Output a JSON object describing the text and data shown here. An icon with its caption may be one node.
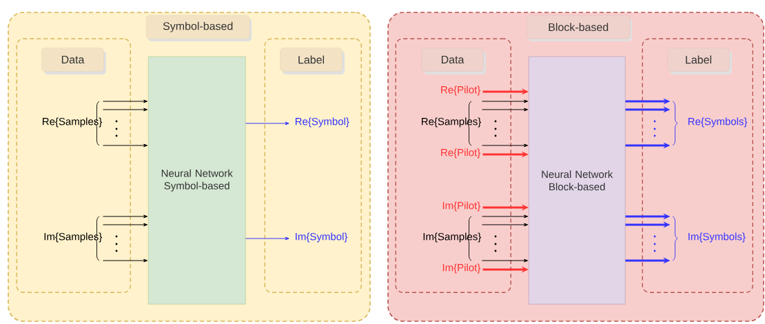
{
  "diagram": {
    "nodes": [
      {
        "text": [],
        "shape": "box"
      },
      {
        "text": [
          "Symbol-based"
        ],
        "in": 0
      },
      {
        "text": [],
        "shape": "box",
        "in": 0
      },
      {
        "text": [
          "Data"
        ],
        "in": 2
      },
      {
        "text": [],
        "shape": "box",
        "in": 0
      },
      {
        "text": [
          "Label"
        ],
        "in": 4
      },
      {
        "text": [
          "Neural Network Symbol-based"
        ],
        "in": 0
      },
      {
        "text": [
          "Re{Samples}"
        ],
        "in": 2
      },
      {
        "text": [
          "Im{Samples}"
        ],
        "in": 2
      },
      {
        "text": [
          "Re{Symbol}"
        ],
        "in": 4
      },
      {
        "text": [
          "Im{Symbol}"
        ],
        "in": 4
      },
      {
        "text": [],
        "shape": "box"
      },
      {
        "text": [
          "Block-based"
        ],
        "in": 11
      },
      {
        "text": [],
        "shape": "box",
        "in": 11
      },
      {
        "text": [
          "Data"
        ],
        "in": 13
      },
      {
        "text": [],
        "shape": "box",
        "in": 11
      },
      {
        "text": [
          "Label"
        ],
        "in": 15
      },
      {
        "text": [
          "Neural Network Block-based"
        ],
        "in": 11
      },
      {
        "text": [
          "Re{Pilot}"
        ],
        "in": 13
      },
      {
        "text": [
          "Re{Samples}"
        ],
        "in": 13
      },
      {
        "text": [
          "Re{Pilot}"
        ],
        "in": 13
      },
      {
        "text": [
          "Im{Pilot}"
        ],
        "in": 13
      },
      {
        "text": [
          "Im{Samples}"
        ],
        "in": 13
      },
      {
        "text": [
          "Im{Pilot}"
        ],
        "in": 13
      },
      {
        "text": [
          "Re{Symbols}"
        ],
        "in": 15
      },
      {
        "text": [
          "Im{Symbols}"
        ],
        "in": 15
      }
    ],
    "edges": [
      {
        "from": 7,
        "to": 6,
        "arrow": "to"
      },
      {
        "from": 7,
        "to": 6,
        "arrow": "to"
      },
      {
        "from": 7,
        "to": 6,
        "arrow": "to"
      },
      {
        "from": 8,
        "to": 6,
        "arrow": "to"
      },
      {
        "from": 8,
        "to": 6,
        "arrow": "to"
      },
      {
        "from": 8,
        "to": 6,
        "arrow": "to"
      },
      {
        "from": 6,
        "to": 9,
        "arrow": "to",
        "color": "#3333ff"
      },
      {
        "from": 6,
        "to": 10,
        "arrow": "to",
        "color": "#3333ff"
      },
      {
        "from": 18,
        "to": 17,
        "arrow": "to",
        "style": "thick",
        "color": "#ff3333"
      },
      {
        "from": 19,
        "to": 17,
        "arrow": "to"
      },
      {
        "from": 19,
        "to": 17,
        "arrow": "to"
      },
      {
        "from": 19,
        "to": 17,
        "arrow": "to"
      },
      {
        "from": 20,
        "to": 17,
        "arrow": "to",
        "style": "thick",
        "color": "#ff3333"
      },
      {
        "from": 21,
        "to": 17,
        "arrow": "to",
        "style": "thick",
        "color": "#ff3333"
      },
      {
        "from": 22,
        "to": 17,
        "arrow": "to"
      },
      {
        "from": 22,
        "to": 17,
        "arrow": "to"
      },
      {
        "from": 22,
        "to": 17,
        "arrow": "to"
      },
      {
        "from": 23,
        "to": 17,
        "arrow": "to",
        "style": "thick",
        "color": "#ff3333"
      },
      {
        "from": 17,
        "to": 24,
        "arrow": "to",
        "style": "thick",
        "color": "#3333ff"
      },
      {
        "from": 17,
        "to": 24,
        "arrow": "to",
        "style": "thick",
        "color": "#3333ff"
      },
      {
        "from": 17,
        "to": 24,
        "arrow": "to",
        "style": "thick",
        "color": "#3333ff"
      },
      {
        "from": 17,
        "to": 25,
        "arrow": "to",
        "style": "thick",
        "color": "#3333ff"
      },
      {
        "from": 17,
        "to": 25,
        "arrow": "to",
        "style": "thick",
        "color": "#3333ff"
      },
      {
        "from": 17,
        "to": 25,
        "arrow": "to",
        "style": "thick",
        "color": "#3333ff"
      }
    ]
  }
}
